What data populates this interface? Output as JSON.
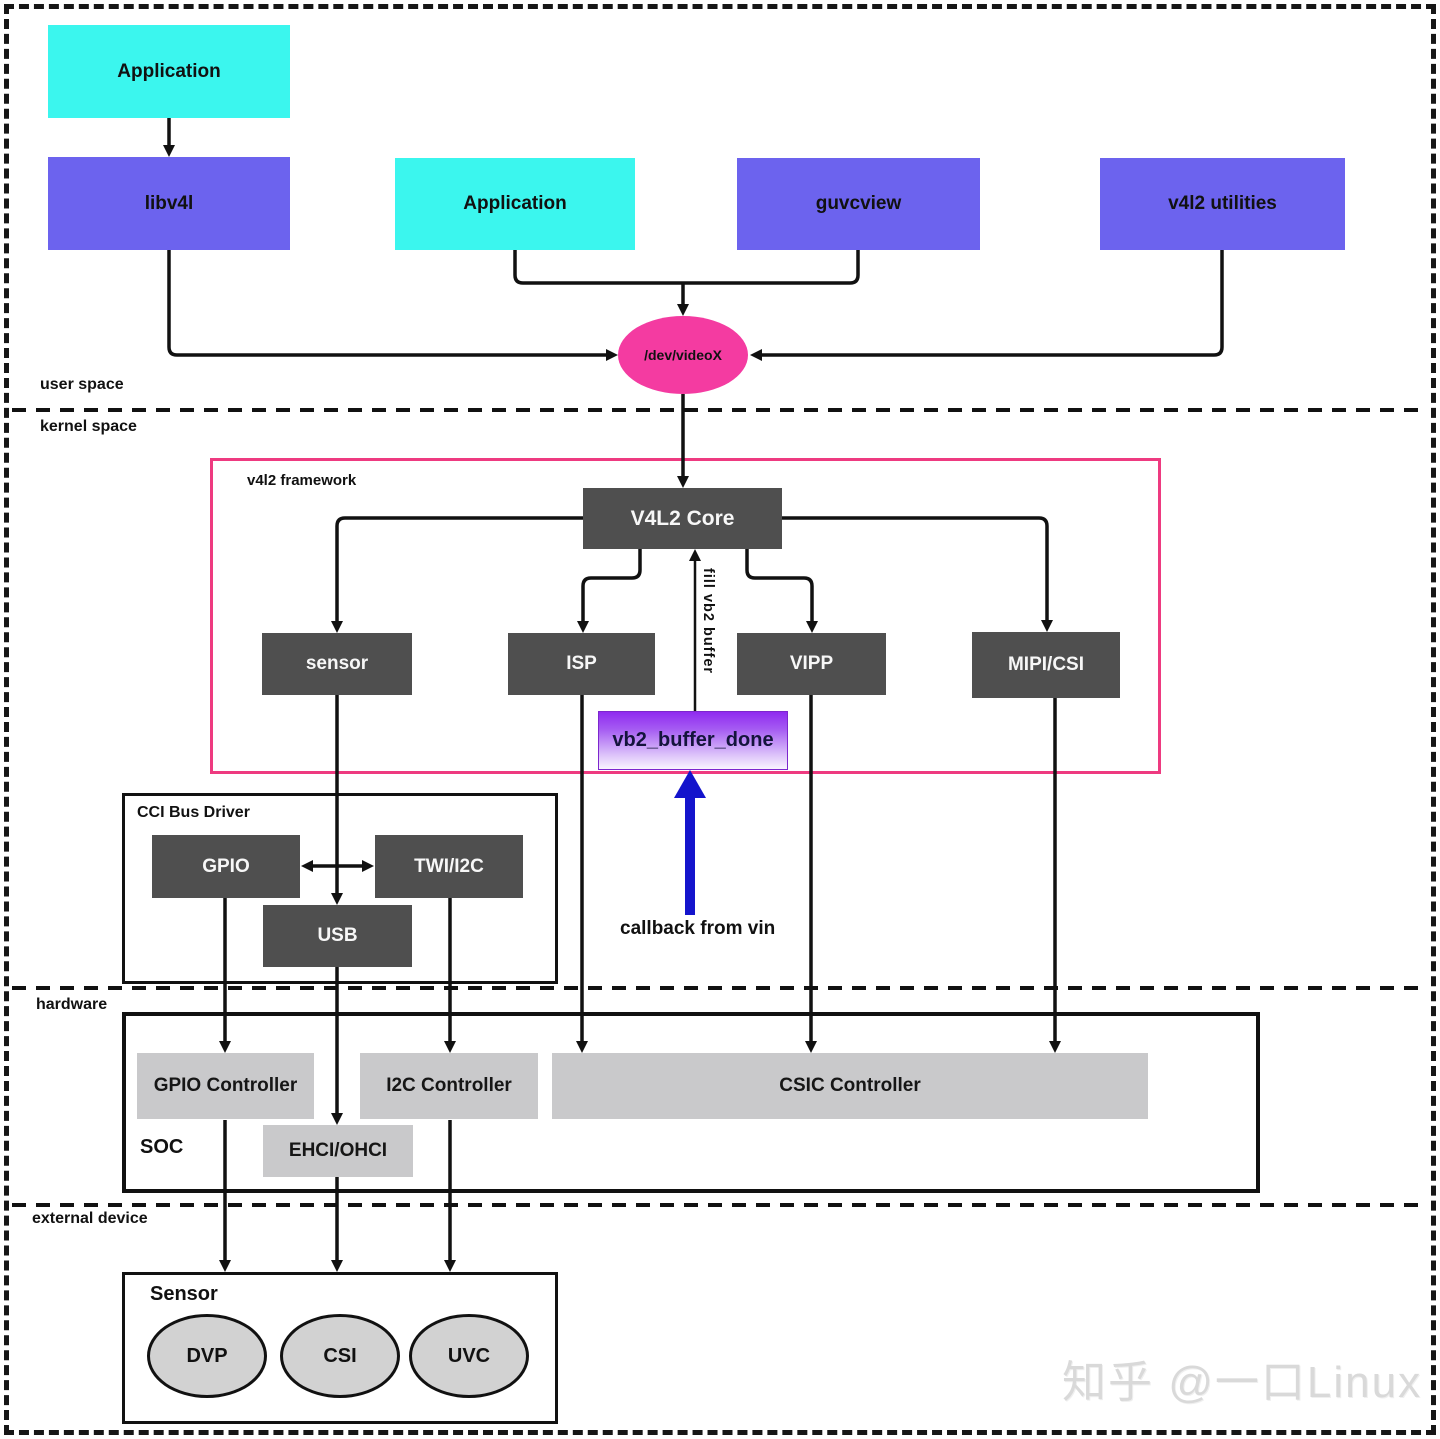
{
  "colors": {
    "cyan_box": "#3bf6ee",
    "purple_box": "#6c63ee",
    "pink_node": "#f43ba1",
    "framework_border": "#ee3a80",
    "dark_box": "#4f4f4f",
    "light_gray_box": "#c9c9cb",
    "gray_node": "#d2d2d2",
    "vb2_gradient_top": "#8f2bf0",
    "blue_arrow": "#1414cc"
  },
  "user_space": {
    "label": "user space",
    "app1": "Application",
    "libv4l": "libv4l",
    "app2": "Application",
    "guvcview": "guvcview",
    "utilities": "v4l2 utilities",
    "dev_node": "/dev/videoX"
  },
  "kernel_space": {
    "label": "kernel space",
    "framework_title": "v4l2 framework",
    "core": "V4L2 Core",
    "sensor": "sensor",
    "isp": "ISP",
    "vipp": "VIPP",
    "mipi": "MIPI/CSI",
    "fill_label": "fill vb2 buffer",
    "vb2": "vb2_buffer_done",
    "cci_title": "CCI Bus Driver",
    "gpio": "GPIO",
    "twi": "TWI/I2C",
    "usb": "USB",
    "callback": "callback from vin"
  },
  "hardware": {
    "label": "hardware",
    "soc": "SOC",
    "gpio_ctrl": "GPIO Controller",
    "i2c_ctrl": "I2C Controller",
    "csic_ctrl": "CSIC Controller",
    "ehci": "EHCI/OHCI"
  },
  "external": {
    "label": "external device",
    "sensor_title": "Sensor",
    "dvp": "DVP",
    "csi": "CSI",
    "uvc": "UVC"
  },
  "watermark": "知乎 @一口Linux"
}
